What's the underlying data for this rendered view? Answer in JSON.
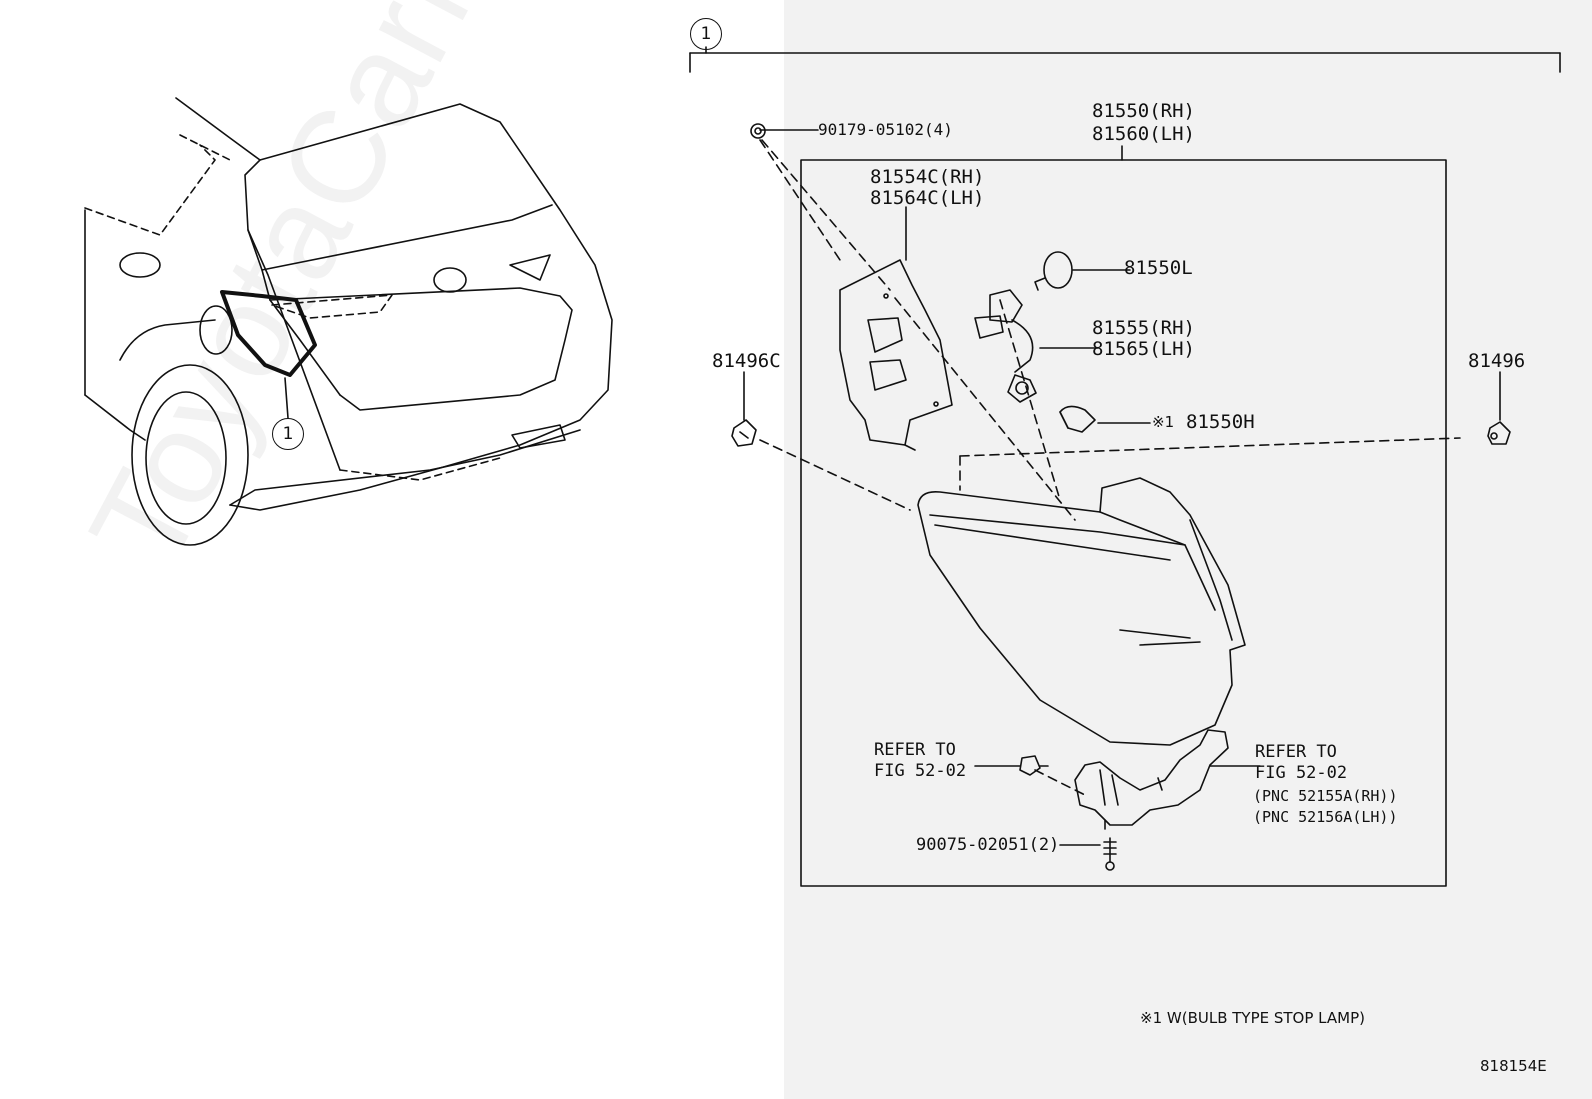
{
  "watermark": "ToyotaCarMirror.ru",
  "callouts": {
    "assembly": "1",
    "vehicle": "1"
  },
  "labels": {
    "screw": "90179-05102(4)",
    "lamp_assy_rh": "81550(RH)",
    "lamp_assy_lh": "81560(LH)",
    "bracket_rh": "81554C(RH)",
    "bracket_lh": "81564C(LH)",
    "bulb_small": "81550L",
    "socket_rh": "81555(RH)",
    "socket_lh": "81565(LH)",
    "clip_left": "81496C",
    "clip_right": "81496",
    "stop_bulb_mark": "※1",
    "stop_bulb": "81550H",
    "refer_left_1": "REFER TO",
    "refer_left_2": "FIG 52-02",
    "refer_right_1": "REFER TO",
    "refer_right_2": "FIG 52-02",
    "pnc_rh": "(PNC 52155A(RH))",
    "pnc_lh": "(PNC 52156A(LH))",
    "bolt": "90075-02051(2)"
  },
  "footnote": "※1 W(BULB TYPE STOP LAMP)",
  "diagram_id": "818154E",
  "colors": {
    "line": "#111111",
    "panel": "#f2f2f2",
    "background": "#ffffff"
  }
}
